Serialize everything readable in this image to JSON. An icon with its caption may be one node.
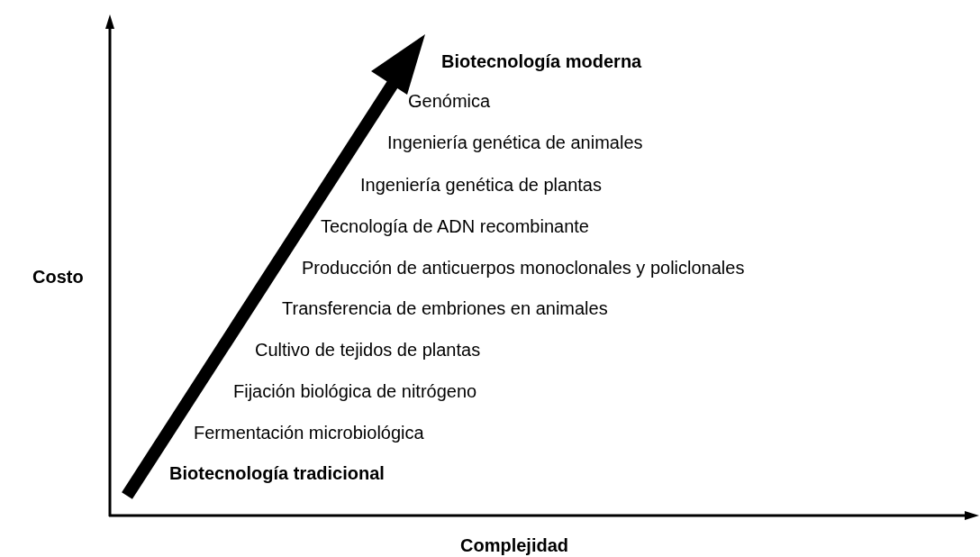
{
  "diagram": {
    "labels": [
      "Biotecnología moderna",
      "Genómica",
      "Ingeniería genética de animales",
      "Ingeniería genética de plantas",
      "Tecnología de ADN recombinante",
      "Producción de anticuerpos monoclonales y policlonales",
      "Transferencia de embriones en animales",
      "Cultivo de tejidos de plantas",
      "Fijación biológica de nitrógeno",
      "Fermentación microbiológica",
      "Biotecnología tradicional",
      "Costo",
      "Complejidad"
    ]
  }
}
